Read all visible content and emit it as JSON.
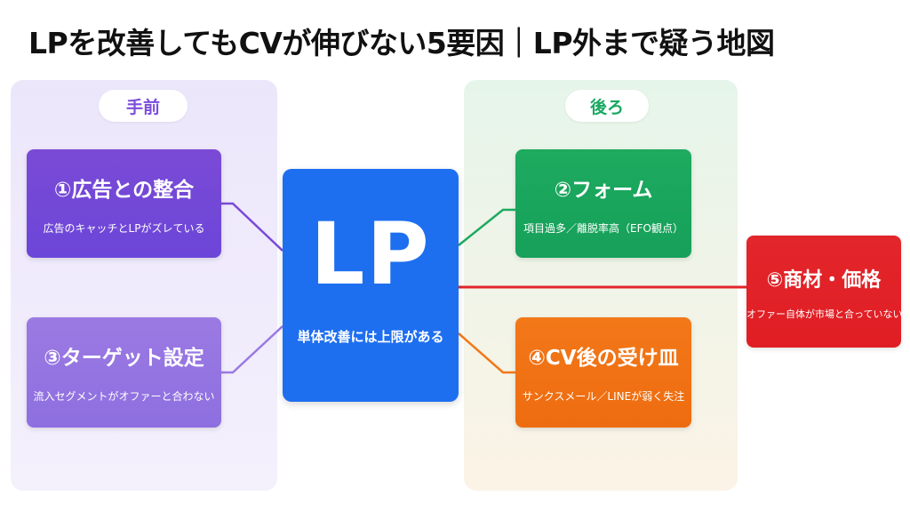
{
  "title": "LPを改善してもCVが伸びない5要因｜LP外まで疑う地図",
  "zones": {
    "front": {
      "label": "手前",
      "color": "#7c4ddb",
      "bg_top": "#ece6fb",
      "bg_bottom": "#f4f0fc"
    },
    "back": {
      "label": "後ろ",
      "color": "#1aa861",
      "bg_top": "#e6f5ea",
      "bg_bottom": "#fbf3e6"
    }
  },
  "center": {
    "label": "LP",
    "note": "単体改善には上限がある",
    "color": "#1e6ff0"
  },
  "factors": [
    {
      "id": "1",
      "title": "①広告との整合",
      "desc": "広告のキャッチとLPがズレている",
      "color": "#7a4ad6",
      "color2": "#6c46d8"
    },
    {
      "id": "2",
      "title": "②フォーム",
      "desc": "項目過多／離脱率高（EFO観点）",
      "color": "#1eaa5f",
      "color2": "#16a05a"
    },
    {
      "id": "3",
      "title": "③ターゲット設定",
      "desc": "流入セグメントがオファーと合わない",
      "color": "#9b7ae2",
      "color2": "#8e6fe0"
    },
    {
      "id": "4",
      "title": "④CV後の受け皿",
      "desc": "サンクスメール／LINEが弱く失注",
      "color": "#f27818",
      "color2": "#ee6c10"
    },
    {
      "id": "5",
      "title": "⑤商材・価格",
      "desc": "オファー自体が市場と合っていない",
      "color": "#e2262b",
      "color2": "#e01e24"
    }
  ]
}
